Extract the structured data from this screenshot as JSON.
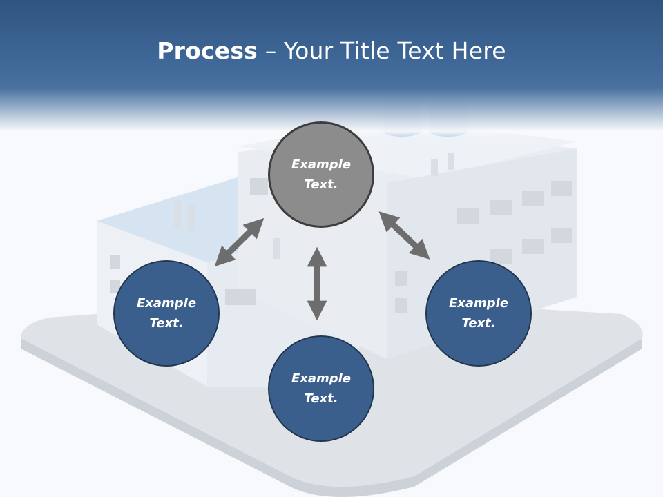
{
  "slide": {
    "title_bold": "Process",
    "title_rest": " – Your Title Text Here"
  },
  "nodes": [
    {
      "id": "top",
      "text": "Example\nText.",
      "color": "#8c8c8c"
    },
    {
      "id": "left",
      "text": "Example\nText.",
      "color": "#3b5f8c"
    },
    {
      "id": "right",
      "text": "Example\nText.",
      "color": "#3b5f8c"
    },
    {
      "id": "bottom",
      "text": "Example\nText.",
      "color": "#3b5f8c"
    }
  ],
  "colors": {
    "header": "#3d6393",
    "accent": "#3b5f8c",
    "arrow": "#6d6d6d"
  },
  "background_icon": "factory-building-illustration"
}
